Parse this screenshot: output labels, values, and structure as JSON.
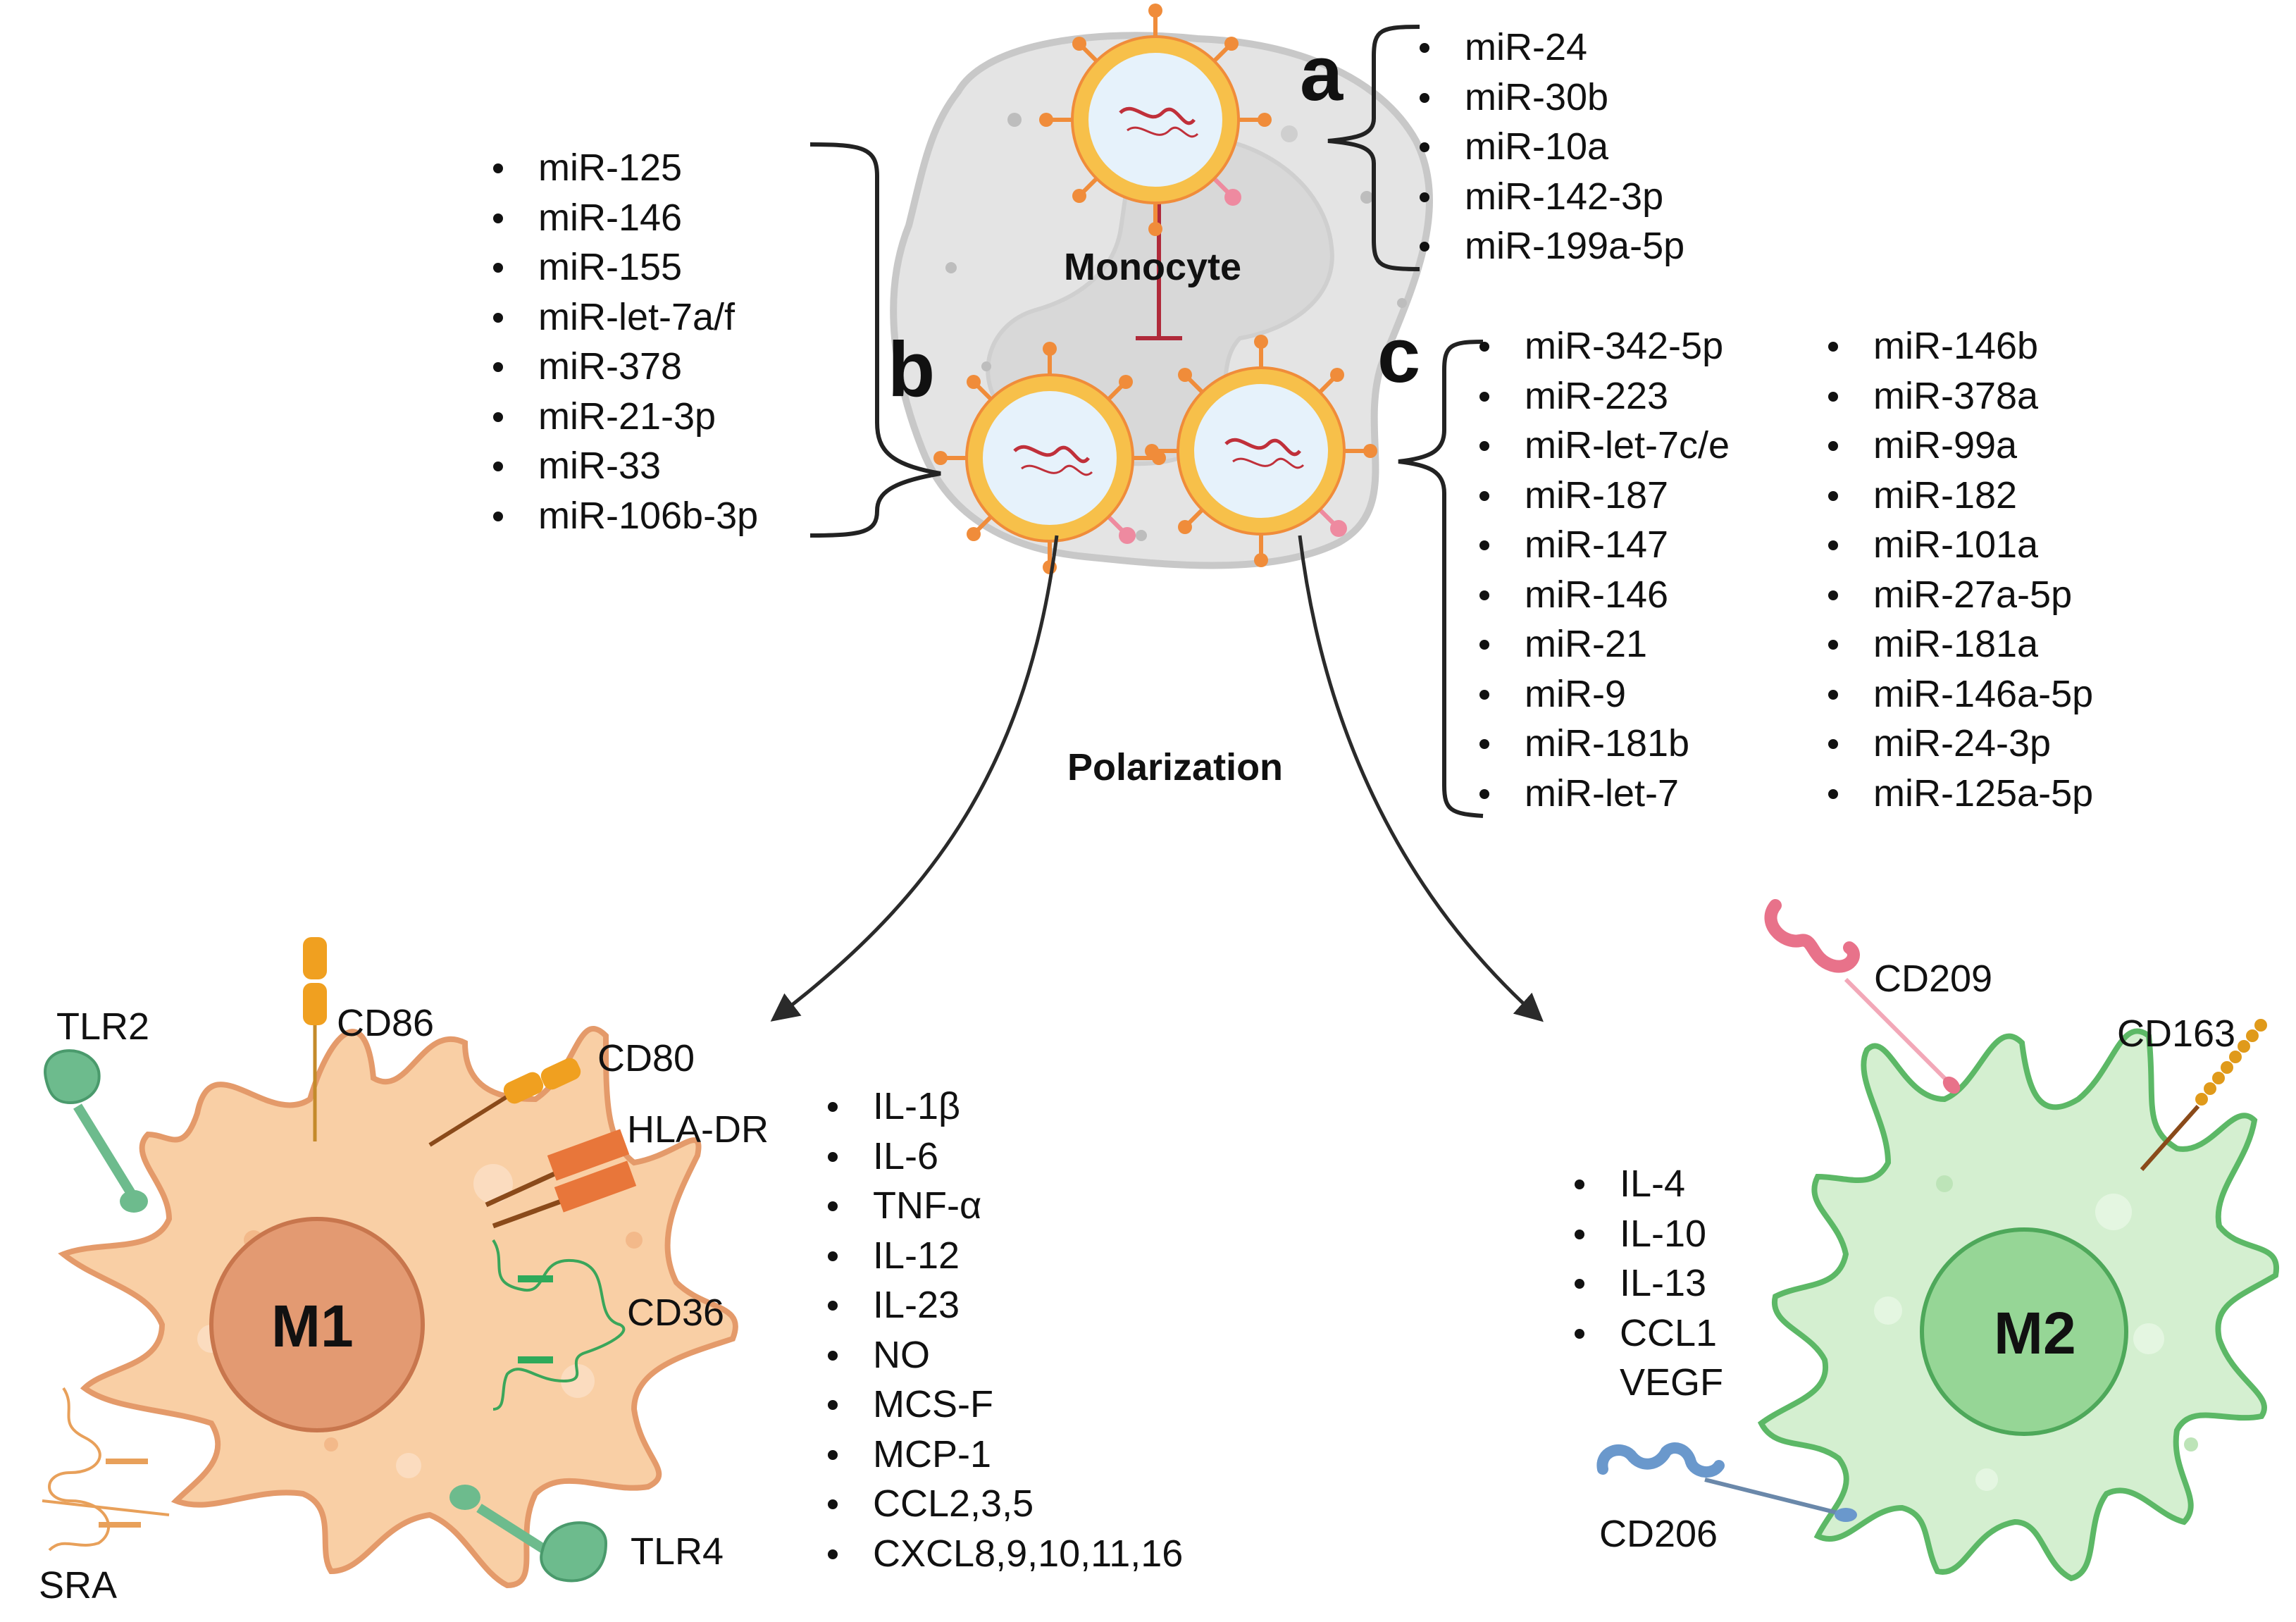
{
  "monocyte": {
    "label": "Monocyte",
    "group_a": {
      "letter": "a",
      "items": [
        "miR-24",
        "miR-30b",
        "miR-10a",
        "miR-142-3p",
        "miR-199a-5p"
      ]
    },
    "group_b": {
      "letter": "b",
      "items": [
        "miR-125",
        "miR-146",
        "miR-155",
        "miR-let-7a/f",
        "miR-378",
        "miR-21-3p",
        "miR-33",
        "miR-106b-3p"
      ]
    },
    "group_c": {
      "letter": "c",
      "col1": [
        "miR-342-5p",
        "miR-223",
        "miR-let-7c/e",
        "miR-187",
        "miR-147",
        "miR-146",
        "miR-21",
        "miR-9",
        "miR-181b",
        "miR-let-7"
      ],
      "col2": [
        "miR-146b",
        "miR-378a",
        "miR-99a",
        "miR-182",
        "miR-101a",
        "miR-27a-5p",
        "miR-181a",
        "miR-146a-5p",
        "miR-24-3p",
        "miR-125a-5p"
      ]
    }
  },
  "polarization": "Polarization",
  "m1": {
    "label": "M1",
    "markers": {
      "tlr2": "TLR2",
      "cd86": "CD86",
      "cd80": "CD80",
      "hla_dr": "HLA-DR",
      "cd36": "CD36",
      "tlr4": "TLR4",
      "sra": "SRA"
    },
    "cytokines": [
      "IL-1β",
      "IL-6",
      "TNF-α",
      "IL-12",
      "IL-23",
      "NO",
      "MCS-F",
      "MCP-1",
      "CCL2,3,5",
      "CXCL8,9,10,11,16"
    ]
  },
  "m2": {
    "label": "M2",
    "markers": {
      "cd209": "CD209",
      "cd163": "CD163",
      "cd206": "CD206"
    },
    "cytokines": [
      "IL-4",
      "IL-10",
      "IL-13",
      "CCL1"
    ],
    "cytokines_extra": "VEGF"
  },
  "colors": {
    "monocyte_fill": "#e4e4e4",
    "monocyte_edge": "#c8c8c8",
    "vesicle_ring": "#f7c04a",
    "vesicle_edge": "#f08c3a",
    "vesicle_fill": "#e6f2fb",
    "rna": "#c0303a",
    "m1_fill": "#f9cfa5",
    "m1_edge": "#e49a6a",
    "m1_nucleus": "#e39a72",
    "m2_fill": "#d4efd0",
    "m2_edge": "#5cb866",
    "m2_nucleus": "#96d696",
    "receptor_green": "#6dbb8d",
    "cd86_orange": "#f0a020",
    "hla_orange": "#e8763a"
  }
}
